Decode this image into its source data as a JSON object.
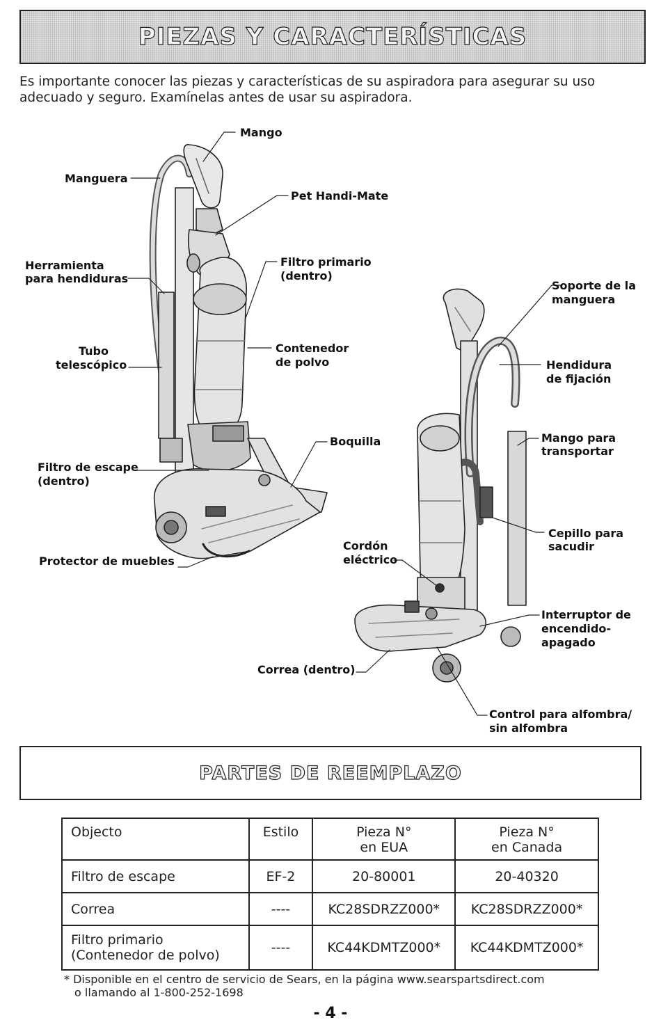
{
  "section1": {
    "title": "PIEZAS Y CARACTERÍSTICAS",
    "intro": "Es importante conocer las piezas y características de su aspiradora para asegurar su uso adecuado y seguro. Examínelas antes de usar su aspiradora."
  },
  "diagram": {
    "labels": {
      "mango": "Mango",
      "manguera": "Manguera",
      "pet_handi_mate": "Pet Handi-Mate",
      "herramienta_1": "Herramienta",
      "herramienta_2": "para hendiduras",
      "filtro_primario_1": "Filtro primario",
      "filtro_primario_2": "(dentro)",
      "soporte_1": "Soporte de la",
      "soporte_2": "manguera",
      "tubo_1": "Tubo",
      "tubo_2": "telescópico",
      "contenedor_1": "Contenedor",
      "contenedor_2": "de polvo",
      "hendidura_1": "Hendidura",
      "hendidura_2": "de fijación",
      "boquilla": "Boquilla",
      "mango_transportar_1": "Mango para",
      "mango_transportar_2": "transportar",
      "filtro_escape_1": "Filtro de escape",
      "filtro_escape_2": "(dentro)",
      "cepillo_1": "Cepillo para",
      "cepillo_2": "sacudir",
      "cordon_1": "Cordón",
      "cordon_2": "eléctrico",
      "protector": "Protector de muebles",
      "interruptor_1": "Interruptor de",
      "interruptor_2": "encendido-",
      "interruptor_3": "apagado",
      "correa": "Correa (dentro)",
      "control_1": "Control para alfombra/",
      "control_2": "sin alfombra"
    }
  },
  "section2": {
    "title": "PARTES DE REEMPLAZO"
  },
  "table": {
    "headers": {
      "objeto": "Objecto",
      "estilo": "Estilo",
      "pieza_eua_1": "Pieza N°",
      "pieza_eua_2": "en EUA",
      "pieza_canada_1": "Pieza N°",
      "pieza_canada_2": "en Canada"
    },
    "rows": [
      {
        "objeto": "Filtro de escape",
        "objeto2": "",
        "estilo": "EF-2",
        "eua": "20-80001",
        "canada": "20-40320"
      },
      {
        "objeto": "Correa",
        "objeto2": "",
        "estilo": "----",
        "eua": "KC28SDRZZ000*",
        "canada": "KC28SDRZZ000*"
      },
      {
        "objeto": "Filtro primario",
        "objeto2": "(Contenedor de polvo)",
        "estilo": "----",
        "eua": "KC44KDMTZ000*",
        "canada": "KC44KDMTZ000*"
      }
    ]
  },
  "footnote": {
    "line1": "* Disponible en el centro de servicio de Sears, en la página www.searspartsdirect.com",
    "line2": "o llamando al 1-800-252-1698"
  },
  "page_number": "- 4 -"
}
